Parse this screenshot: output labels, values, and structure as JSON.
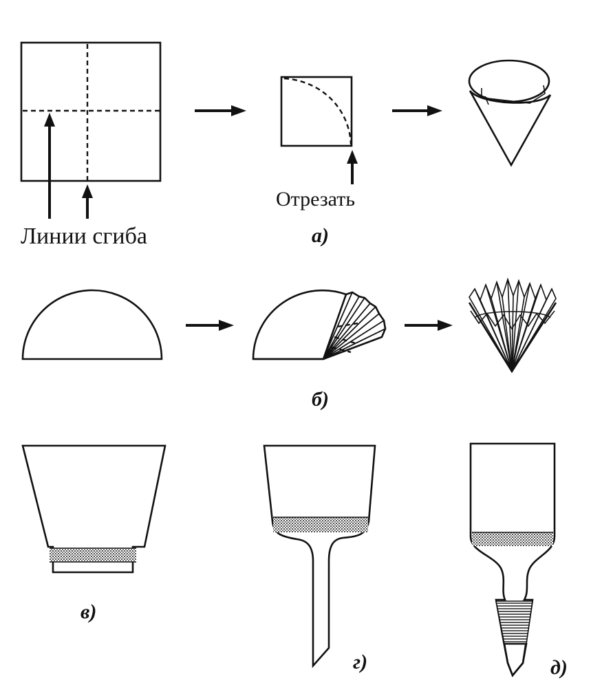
{
  "labels": {
    "fold_lines": "Линии сгиба",
    "cut": "Отрезать",
    "a": "а)",
    "b": "б)",
    "v": "в)",
    "g": "г)",
    "d": "д)"
  },
  "colors": {
    "ink": "#111111",
    "background": "#ffffff"
  }
}
